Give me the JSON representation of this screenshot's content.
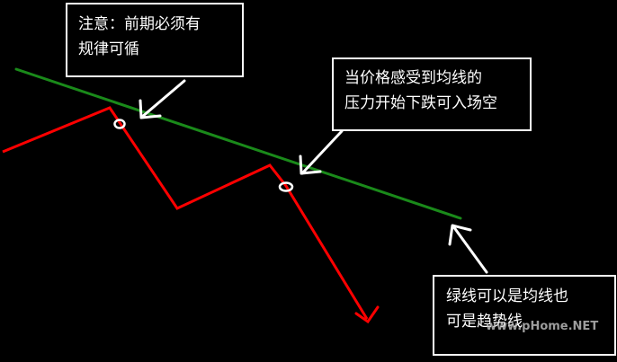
{
  "callouts": {
    "note": {
      "line1": "注意：前期必须有",
      "line2": "规律可循"
    },
    "pressure": {
      "line1": "当价格感受到均线的",
      "line2": "压力开始下跌可入场空"
    },
    "green_line": {
      "line1": "绿线可以是均线也",
      "line2": "可是趋势线"
    }
  },
  "watermark": "www.pHome.NET",
  "colors": {
    "background": "#000000",
    "trend_line": "#1a8a1a",
    "price_line": "#ff0000",
    "arrows": "#ffffff",
    "markers": "#ffffff",
    "box_border": "#ffffff",
    "text": "#ffffff"
  }
}
